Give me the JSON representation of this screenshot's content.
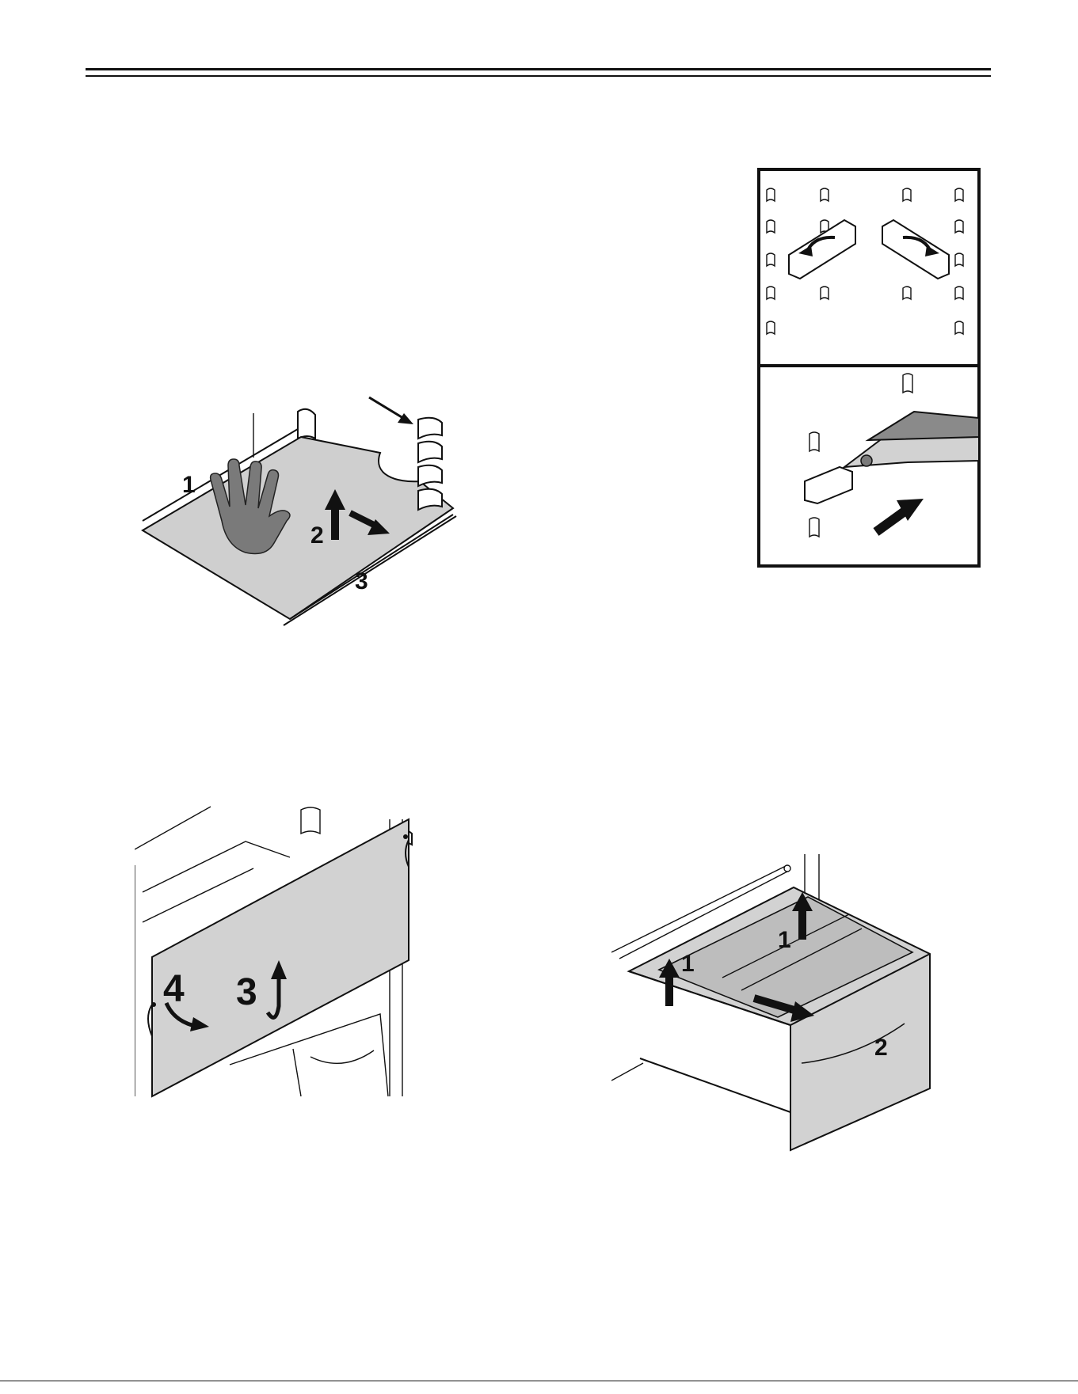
{
  "figures": {
    "shelf_removal": {
      "step_labels": [
        "1",
        "2",
        "3"
      ]
    },
    "shelf_supports": {
      "step_labels": []
    },
    "cover_panel": {
      "step_labels": [
        "4",
        "3"
      ]
    },
    "crisper_drawer": {
      "step_labels": [
        "1",
        "1",
        "2"
      ]
    }
  }
}
